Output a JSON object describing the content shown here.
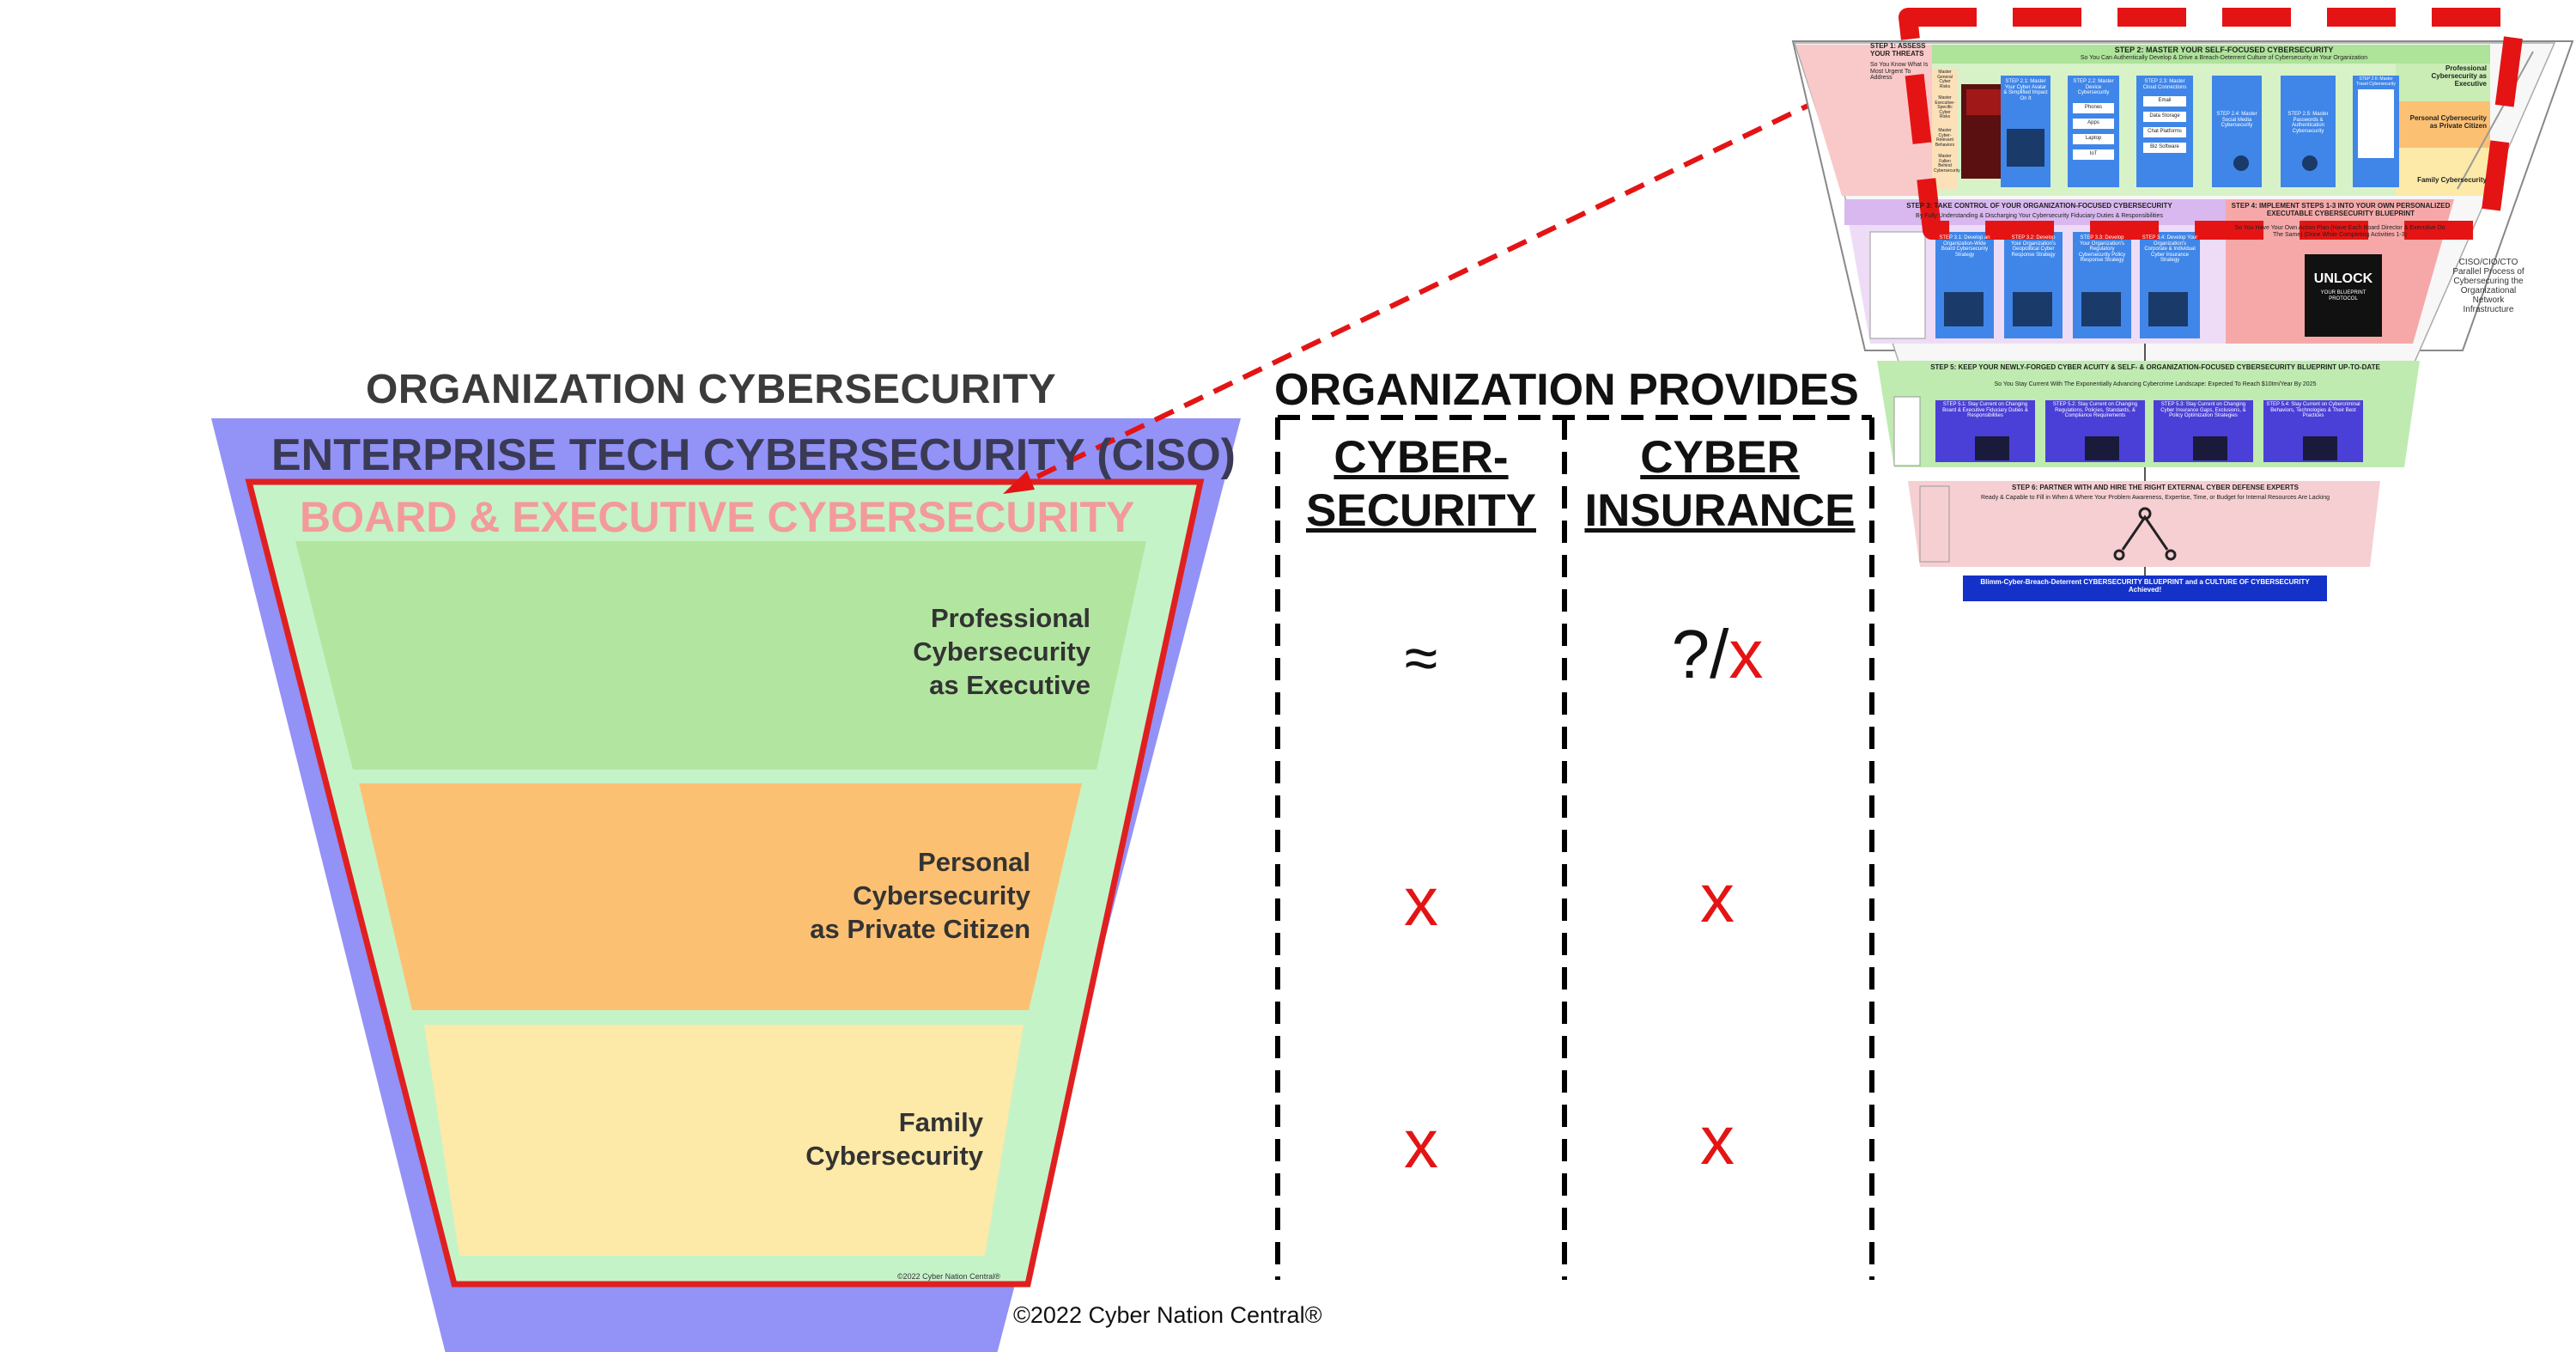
{
  "funnel": {
    "org_title": "ORGANIZATION CYBERSECURITY",
    "enterprise_title": "ENTERPRISE TECH CYBERSECURITY (CISO)",
    "board_title": "BOARD & EXECUTIVE CYBERSECURITY",
    "levels": [
      {
        "label": "Professional\nCybersecurity\nas Executive",
        "color": "#b2e6a0"
      },
      {
        "label": "Personal\nCybersecurity\nas Private Citizen",
        "color": "#fcc072"
      },
      {
        "label": "Family\nCybersecurity",
        "color": "#fde9a8"
      }
    ],
    "inner_copyright": "©2022 Cyber Nation Central®",
    "colors": {
      "outer": "#9292f7",
      "inner": "#c5f3c8",
      "border": "#e02020",
      "board_text": "#f39a9a"
    }
  },
  "table": {
    "title": "ORGANIZATION PROVIDES",
    "col1": "CYBER-\nSECURITY",
    "col2": "CYBER\nINSURANCE",
    "rows": [
      {
        "c1": "≈",
        "c2_q": "?/",
        "c2_x": "x"
      },
      {
        "c1": "x",
        "c2": "x"
      },
      {
        "c1": "x",
        "c2": "x"
      }
    ],
    "x_color": "#e41414"
  },
  "copyright": "©2022 Cyber Nation Central®",
  "blueprint": {
    "step1": "STEP 1: ASSESS YOUR THREATS",
    "step1_sub": "So You Know What Is Most Urgent To Address",
    "step2": "STEP 2: MASTER YOUR SELF-FOCUSED CYBERSECURITY",
    "step2_sub": "So You Can Authentically Develop & Drive a Breach-Deterrent Culture of Cybersecurity in Your Organization",
    "step2_boxes": [
      "STEP 2.1: Master Your Cyber Avatar & Simplified Impact On It",
      "STEP 2.2: Master Device Cybersecurity",
      "STEP 2.3: Master Cloud Connections",
      "STEP 2.4: Master Social Media Cybersecurity",
      "STEP 2.5: Master Passwords & Authentication Cybersecurity",
      "STEP 2.6: Master Travel Cybersecurity"
    ],
    "step2_items": [
      "Phones",
      "Apps",
      "Laptop",
      "IoT",
      "Email",
      "Data Storage",
      "Chat Platforms",
      "Biz Software"
    ],
    "right_labels": [
      "Professional Cybersecurity as Executive",
      "Personal Cybersecurity as Private Citizen",
      "Family Cybersecurity"
    ],
    "left_labels": [
      "Master General Cyber Risks",
      "Master Executive-Specific Cyber Risks",
      "Master Cyber-Relevant Behaviors",
      "Master Fallen Behind Cybersecurity"
    ],
    "step3": "STEP 3: TAKE CONTROL OF YOUR ORGANIZATION-FOCUSED CYBERSECURITY",
    "step3_sub": "By Fully Understanding & Discharging Your Cybersecurity Fiduciary Duties & Responsibilities",
    "step3_boxes": [
      "STEP 3.1: Develop an Organization-Wide Board Cybersecurity Strategy",
      "STEP 3.2: Develop Your Organization's Geopolitical Cyber Response Strategy",
      "STEP 3.3: Develop Your Organization's Regulatory Cybersecurity Policy Response Strategy",
      "STEP 3.4: Develop Your Organization's Corporate & Individual Cyber Insurance Strategy"
    ],
    "step4": "STEP 4: IMPLEMENT STEPS 1-3 INTO YOUR OWN PERSONALIZED EXECUTABLE CYBERSECURITY BLUEPRINT",
    "step4_sub": "So You Have Your Own Action Plan (Have Each Board Director & Executive Do The Same) (Done While Completing Activities 1-3)",
    "unlock": "UNLOCK",
    "unlock_sub": "YOUR BLUEPRINT PROTOCOL",
    "ciso_note": "CISO/CIO/CTO Parallel Process of Cybersecuring the Organizational Network Infrastructure",
    "step5": "STEP 5: KEEP YOUR NEWLY-FORGED CYBER ACUITY & SELF- & ORGANIZATION-FOCUSED CYBERSECURITY BLUEPRINT UP-TO-DATE",
    "step5_sub": "So You Stay Current With The Exponentially Advancing Cybercrime Landscape: Expected To Reach $10trn/Year By 2025",
    "step5_boxes": [
      "STEP 5.1: Stay Current on Changing Board & Executive Fiduciary Duties & Responsibilities",
      "STEP 5.2: Stay Current on Changing Regulations, Policies, Standards, & Compliance Requirements",
      "STEP 5.3: Stay Current on Changing Cyber Insurance Gaps, Exclusions, & Policy Optimization Strategies",
      "STEP 5.4: Stay Current on Cybercriminal Behaviors, Technologies & Their Best Practices"
    ],
    "step6": "STEP 6: PARTNER WITH AND HIRE THE RIGHT EXTERNAL CYBER DEFENSE EXPERTS",
    "step6_sub": "Ready & Capable to Fill in When & Where Your Problem Awareness, Expertise, Time, or Budget for Internal Resources Are Lacking",
    "bottom_bar": "Blimm-Cyber-Breach-Deterrent CYBERSECURITY BLUEPRINT and a CULTURE OF CYBERSECURITY Achieved!"
  }
}
